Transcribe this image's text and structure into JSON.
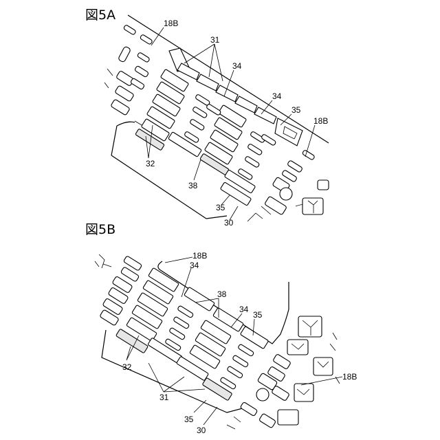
{
  "figures": [
    {
      "title": "図5A",
      "labels": {
        "a": "18B",
        "b": "31",
        "c": "34",
        "d": "34",
        "e": "35",
        "f": "18B",
        "g": "32",
        "h": "38",
        "i": "35",
        "j": "30"
      }
    },
    {
      "title": "図5B",
      "labels": {
        "a": "18B",
        "b": "34",
        "c": "38",
        "d": "34",
        "e": "35",
        "f": "18B",
        "g": "32",
        "h": "31",
        "i": "35",
        "j": "30"
      }
    }
  ],
  "colors": {
    "ink": "#000000",
    "paper": "#ffffff"
  }
}
